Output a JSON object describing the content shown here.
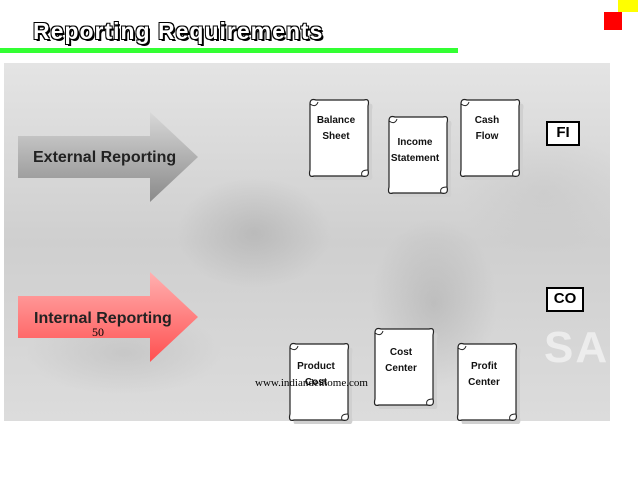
{
  "slide": {
    "title": "Reporting Requirements",
    "external_label": "External Reporting",
    "internal_label": "Internal Reporting",
    "fi_label": "FI",
    "co_label": "CO",
    "page_number": "50",
    "footer_url": "www.indiandeihome.com",
    "photo_text": "SAP"
  },
  "scrolls_external": [
    {
      "line1": "Balance",
      "line2": "Sheet"
    },
    {
      "line1": "Income",
      "line2": "Statement"
    },
    {
      "line1": "Cash",
      "line2": "Flow"
    }
  ],
  "scrolls_internal": [
    {
      "line1": "Product",
      "line2": "Cost"
    },
    {
      "line1": "Cost",
      "line2": "Center"
    },
    {
      "line1": "Profit",
      "line2": "Center"
    }
  ],
  "colors": {
    "external_arrow": "#a8a8a8",
    "internal_arrow": "#ff7a7a",
    "rule": "#33ff33",
    "accent_yellow": "#ffff00",
    "accent_red": "#ff0000"
  }
}
